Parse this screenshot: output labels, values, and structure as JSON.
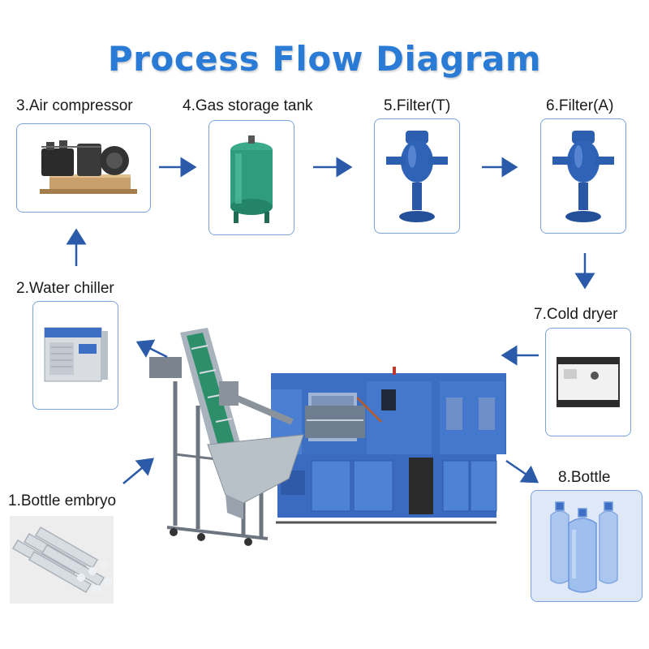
{
  "title": "Process Flow Diagram",
  "steps": {
    "air_compressor": "3.Air compressor",
    "gas_storage_tank": "4.Gas storage tank",
    "filter_t": "5.Filter(T)",
    "filter_a": "6.Filter(A)",
    "water_chiller": "2.Water chiller",
    "cold_dryer": "7.Cold dryer",
    "bottle_embryo": "1.Bottle embryo",
    "bottle": "8.Bottle"
  },
  "colors": {
    "title": "#2a7bd6",
    "arrow": "#2a5aa8",
    "box_border": "#7aa3dc",
    "machine_blue": "#3c6fc4"
  }
}
